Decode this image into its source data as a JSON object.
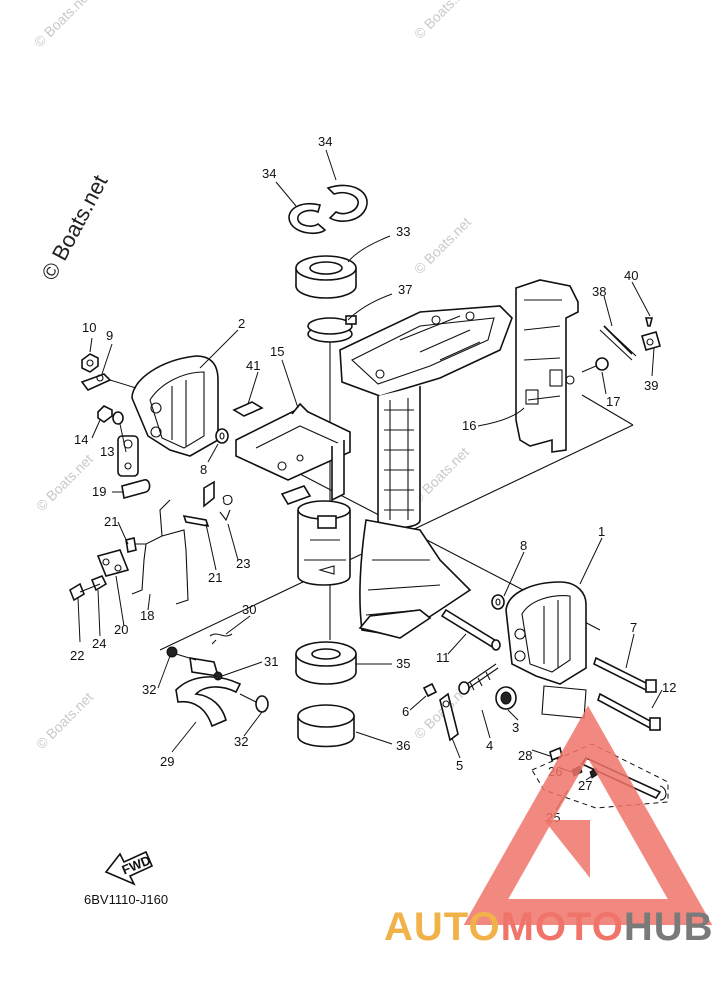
{
  "copyright_text": "© Boats.net",
  "watermark_text": "© Boats.net",
  "diagram_code": "6BV1110-J160",
  "fwd_label": "FWD",
  "brand": {
    "part1": "AUTO",
    "part2": "MOTO",
    "part3": "HUB",
    "color_orange": "#f2b24a",
    "color_red": "#f0746a",
    "color_gray": "#7a7a7a"
  },
  "callouts": [
    "34",
    "34",
    "33",
    "37",
    "10",
    "9",
    "2",
    "15",
    "41",
    "40",
    "38",
    "39",
    "17",
    "16",
    "14",
    "13",
    "8",
    "19",
    "21",
    "21",
    "23",
    "22",
    "24",
    "20",
    "18",
    "1",
    "8",
    "7",
    "12",
    "11",
    "30",
    "31",
    "32",
    "35",
    "6",
    "3",
    "4",
    "28",
    "26",
    "27",
    "25",
    "32",
    "29",
    "36",
    "5"
  ]
}
